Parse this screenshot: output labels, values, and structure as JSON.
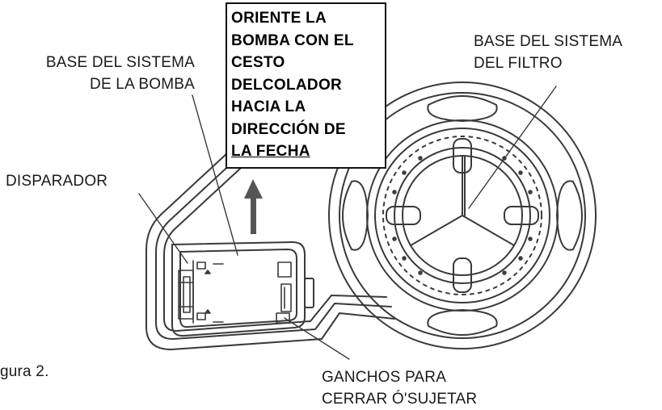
{
  "labels": {
    "pump_base": [
      "BASE DEL SISTEMA",
      "DE LA BOMBA"
    ],
    "filter_base": [
      "BASE DEL SISTEMA",
      "DEL FILTRO"
    ],
    "trigger": "DISPARADOR",
    "hooks": [
      "GANCHOS PARA",
      "CERRAR Ó'SUJETAR"
    ],
    "figure_caption": "gura 2."
  },
  "callout": {
    "lines": [
      "ORIENTE LA",
      "BOMBA CON EL",
      "CESTO",
      "DELCOLADOR",
      "HACIA LA",
      "DIRECCIÓN DE",
      "LA FECHA"
    ]
  },
  "colors": {
    "line": "#3a3a3a",
    "arrow": "#555555",
    "text": "#1a1a1a"
  }
}
